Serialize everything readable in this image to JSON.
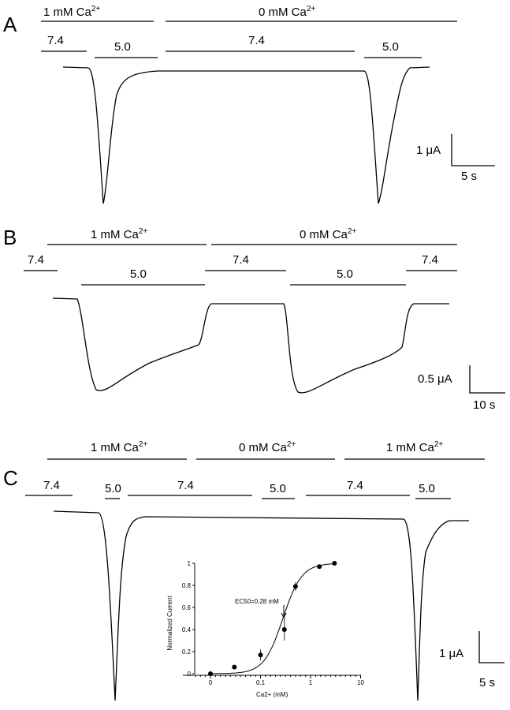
{
  "panels": {
    "A": {
      "letter": "A",
      "ca": [
        "1 mM Ca2+",
        "0 mM Ca2+"
      ],
      "ph": [
        "7.4",
        "5.0",
        "7.4",
        "5.0"
      ],
      "scale_y": "1 μA",
      "scale_x": "5 s"
    },
    "B": {
      "letter": "B",
      "ca": [
        "1 mM Ca2+",
        "0 mM Ca2+"
      ],
      "ph": [
        "7.4",
        "5.0",
        "7.4",
        "5.0",
        "7.4"
      ],
      "scale_y": "0.5 μA",
      "scale_x": "10 s"
    },
    "C": {
      "letter": "C",
      "ca": [
        "1 mM Ca2+",
        "0 mM Ca2+",
        "1 mM Ca2+"
      ],
      "ph": [
        "7.4",
        "5.0",
        "7.4",
        "5.0",
        "7.4",
        "5.0"
      ],
      "scale_y": "1 μA",
      "scale_x": "5 s"
    }
  },
  "chart_data": {
    "type": "scatter",
    "title": "",
    "xlabel": "Ca2+ (mM)",
    "ylabel": "Normalized Current",
    "xscale": "log",
    "xticks": [
      "0",
      "0.1",
      "1",
      "10"
    ],
    "yticks": [
      "0",
      "0.2",
      "0.4",
      "0.6",
      "0.8",
      "1"
    ],
    "ylim": [
      0,
      1
    ],
    "xlim": [
      0.005,
      10
    ],
    "x": [
      0.01,
      0.03,
      0.1,
      0.3,
      0.5,
      1.5,
      3
    ],
    "y": [
      0.0,
      0.06,
      0.17,
      0.4,
      0.79,
      0.97,
      1.0
    ],
    "err": [
      0.01,
      0.01,
      0.05,
      0.1,
      0.04,
      0.01,
      0.01
    ],
    "fit": {
      "ec50": 0.28,
      "hill": 2.3
    },
    "annotation": "EC50=0.28 mM"
  }
}
